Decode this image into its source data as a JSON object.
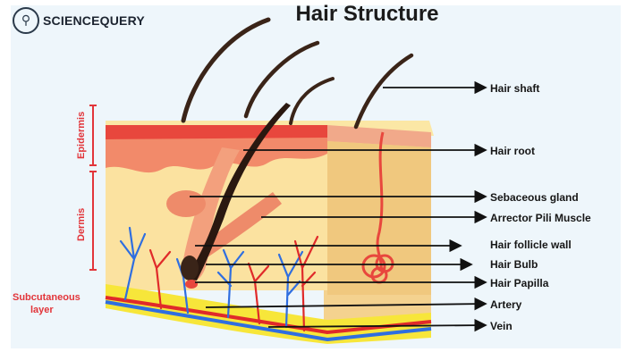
{
  "logo": {
    "icon": "microscope-icon",
    "text": "SCIENCEQUERY"
  },
  "title": "Hair Structure",
  "layers": {
    "epidermis": "Epidermis",
    "dermis": "Dermis",
    "subcutaneous_line1": "Subcutaneous",
    "subcutaneous_line2": "layer"
  },
  "labels": {
    "hair_shaft": "Hair shaft",
    "hair_root": "Hair root",
    "sebaceous_gland": "Sebaceous gland",
    "arrector_pili": "Arrector Pili Muscle",
    "follicle_wall": "Hair follicle wall",
    "hair_bulb": "Hair Bulb",
    "hair_papilla": "Hair Papilla",
    "artery": "Artery",
    "vein": "Vein"
  },
  "colors": {
    "accent_red": "#e2353a",
    "artery": "#e02a2a",
    "vein": "#2f6ee0",
    "fat_layer": "#f7e63a",
    "hair": "#3a2418"
  }
}
